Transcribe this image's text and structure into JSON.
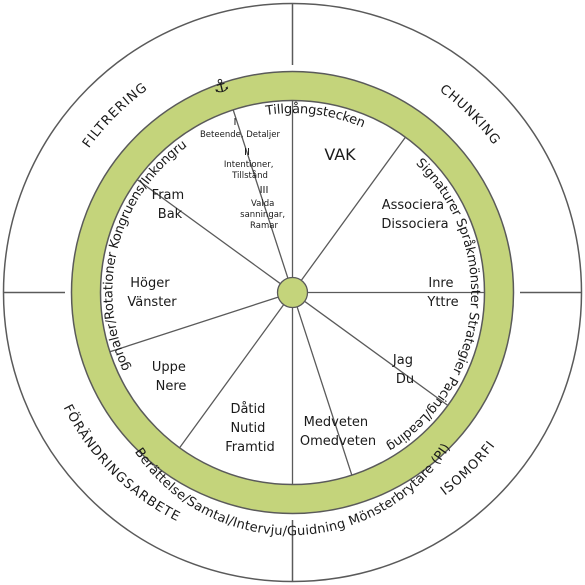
{
  "colors": {
    "green": "#c4d47b",
    "line": "#5a5a5a",
    "text": "#1a1a1a"
  },
  "icons": {
    "anchor": "anchor-icon"
  },
  "quadrants": {
    "top_left": "FILTRERING",
    "top_right": "CHUNKING",
    "bottom_left": "FÖRÄNDRINGSARBETE",
    "bottom_right": "ISOMORFI"
  },
  "ring": {
    "anchor": "⚓",
    "top": "Tillgångstecken",
    "right": "Signaturer Språkmönster Strategier Pacing/Leading",
    "bottom": "Berättelse/Samtal/Intervju/Guidning Mönsterbrytare (PI)",
    "left": "Diagonaler/Rotationer Kongruens/Inkongruens"
  },
  "segments": {
    "vak": "VAK",
    "associera": [
      "Associera",
      "Dissociera"
    ],
    "inre": [
      "Inre",
      "Yttre"
    ],
    "jag": [
      "Jag",
      "Du"
    ],
    "medveten": [
      "Medveten",
      "Omedveten"
    ],
    "datid": [
      "Dåtid",
      "Nutid",
      "Framtid"
    ],
    "uppe": [
      "Uppe",
      "Nere"
    ],
    "hoger": [
      "Höger",
      "Vänster"
    ],
    "fram": [
      "Fram",
      "Bak"
    ],
    "levels": {
      "i": "I",
      "i_text": "Beteende, Detaljer",
      "ii": "II",
      "ii_text": [
        "Intentioner,",
        "Tillstånd"
      ],
      "iii": "III",
      "iii_text": [
        "Valda",
        "sanningar,",
        "Ramar"
      ]
    }
  }
}
